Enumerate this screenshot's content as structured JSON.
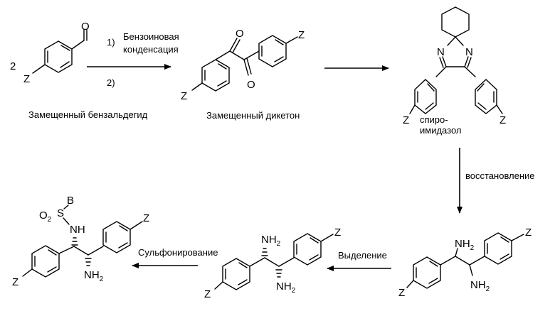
{
  "scheme": {
    "coefficient": "2",
    "step1_number": "1)",
    "step1_line1": "Бензоиновая",
    "step1_line2": "конденсация",
    "step2_number": "2)",
    "label_benzaldehyde": "Замещенный бензальдегид",
    "label_diketone": "Замещенный дикетон",
    "label_spiro_line1": "спиро-",
    "label_spiro_line2": "имидазол",
    "reduction": "восстановление",
    "isolation": "Выделение",
    "sulfonation": "Сульфонирование",
    "atoms": {
      "Z": "Z",
      "O": "O",
      "N": "N",
      "NH2": "NH",
      "H2_sub": "2",
      "B": "B",
      "S": "S",
      "O2_O": "O",
      "O2_sub": "2",
      "NH": "NH"
    }
  }
}
